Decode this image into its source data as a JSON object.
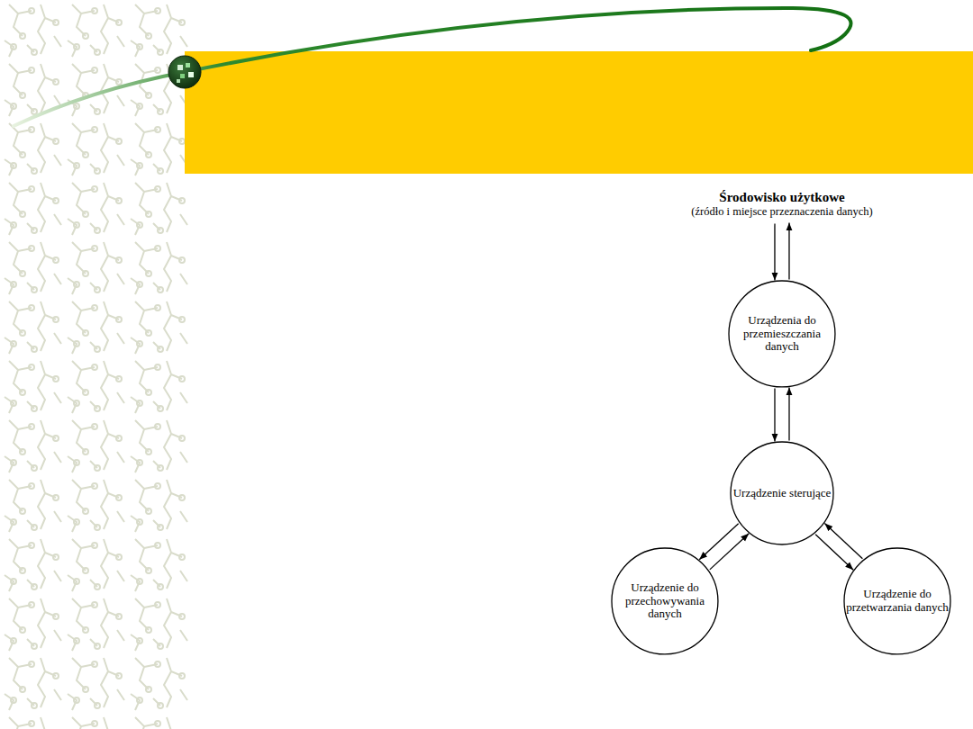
{
  "diagram": {
    "nodes": [
      {
        "text": [
          "Środowisko użytkowe",
          "(źródło i miejsce przeznaczenia danych)"
        ]
      },
      {
        "text": [
          "Urządzenia do przemieszczania danych"
        ]
      },
      {
        "text": [
          "Urządzenie sterujące"
        ]
      },
      {
        "text": [
          "Urządzenie do przechowywania danych"
        ]
      },
      {
        "text": [
          "Urządzenie do przetwarzania danych"
        ]
      }
    ],
    "edges": [
      {
        "from": 0,
        "to": 1,
        "arrow": "to"
      },
      {
        "from": 1,
        "to": 0,
        "arrow": "to"
      },
      {
        "from": 1,
        "to": 2,
        "arrow": "to"
      },
      {
        "from": 2,
        "to": 1,
        "arrow": "to"
      },
      {
        "from": 2,
        "to": 3,
        "arrow": "to"
      },
      {
        "from": 3,
        "to": 2,
        "arrow": "to"
      },
      {
        "from": 2,
        "to": 4,
        "arrow": "to"
      },
      {
        "from": 4,
        "to": 2,
        "arrow": "to"
      }
    ]
  }
}
